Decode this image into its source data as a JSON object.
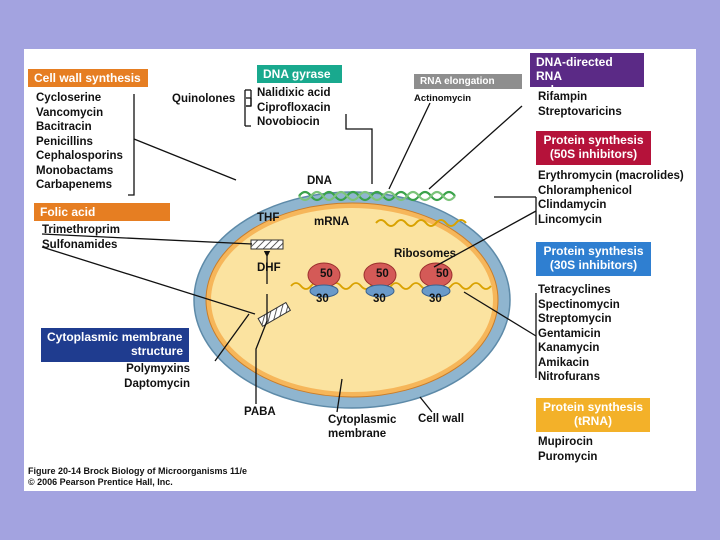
{
  "colors": {
    "background": "#a3a3e0",
    "orange": "#e67e22",
    "teal": "#19a98e",
    "gray": "#8e8e8e",
    "purple": "#5b2a86",
    "crimson": "#b5123a",
    "blue": "#2f7fd1",
    "navy": "#1f3c8f",
    "amber": "#f3b129",
    "cell_fill": "#fbe3a0",
    "cell_wall": "#8fb5cf",
    "dna": "#3aa24a",
    "mrna": "#d9a200",
    "ribosome": "#d45a57"
  },
  "cell_wall_synthesis": {
    "title": "Cell wall synthesis",
    "items": [
      "Cycloserine",
      "Vancomycin",
      "Bacitracin",
      "Penicillins",
      "Cephalosporins",
      "Monobactams",
      "Carbapenems"
    ]
  },
  "dna_gyrase": {
    "title": "DNA gyrase",
    "prefix": "Quinolones",
    "items": [
      "Nalidixic acid",
      "Ciprofloxacin",
      "Novobiocin"
    ]
  },
  "rna_elongation": {
    "title": "RNA elongation",
    "items": [
      "Actinomycin"
    ]
  },
  "dna_directed_rna_polymerase": {
    "title_line1": "DNA-directed RNA",
    "title_line2": "polymerase",
    "items": [
      "Rifampin",
      "Streptovaricins"
    ]
  },
  "protein_50s": {
    "title_line1": "Protein synthesis",
    "title_line2": "(50S inhibitors)",
    "items": [
      "Erythromycin (macrolides)",
      "Chloramphenicol",
      "Clindamycin",
      "Lincomycin"
    ]
  },
  "folic_acid": {
    "title": "Folic acid metabolism",
    "items": [
      "Trimethroprim",
      "Sulfonamides"
    ]
  },
  "protein_30s": {
    "title_line1": "Protein synthesis",
    "title_line2": "(30S inhibitors)",
    "items": [
      "Tetracyclines",
      "Spectinomycin",
      "Streptomycin",
      "Gentamicin",
      "Kanamycin",
      "Amikacin",
      "Nitrofurans"
    ]
  },
  "cytoplasmic_membrane": {
    "title_line1": "Cytoplasmic membrane",
    "title_line2": "structure",
    "items": [
      "Polymyxins",
      "Daptomycin"
    ]
  },
  "protein_trna": {
    "title_line1": "Protein synthesis",
    "title_line2": "(tRNA)",
    "items": [
      "Mupirocin",
      "Puromycin"
    ]
  },
  "cell_labels": {
    "dna": "DNA",
    "mrna": "mRNA",
    "thf": "THF",
    "dhf": "DHF",
    "ribosomes": "Ribosomes",
    "large_subunit": "50",
    "small_subunit": "30",
    "paba": "PABA",
    "cytoplasmic_membrane_line1": "Cytoplasmic",
    "cytoplasmic_membrane_line2": "membrane",
    "cell_wall": "Cell wall"
  },
  "caption": {
    "line1": "Figure 20-14  Brock Biology of Microorganisms 11/e",
    "line2": "© 2006 Pearson Prentice Hall, Inc."
  }
}
